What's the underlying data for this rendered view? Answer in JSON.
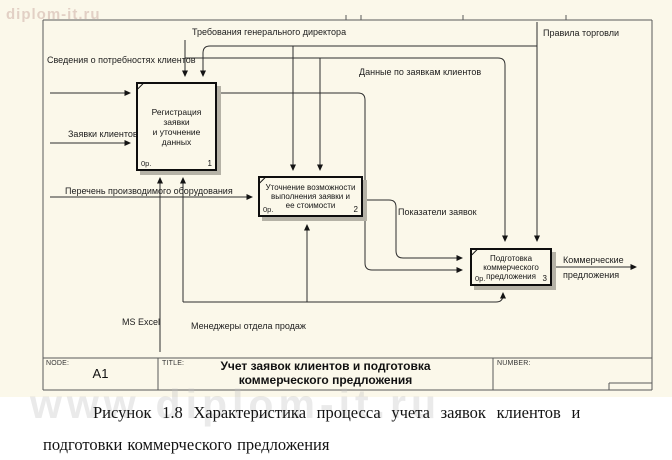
{
  "watermarks": {
    "top": "diplom-it.ru",
    "big": "www.diplom-it.ru"
  },
  "diagram": {
    "labels": {
      "dir_requirements": "Требования генерального директора",
      "trade_rules": "Правила торговли",
      "client_needs": "Сведения о потребностях клиентов",
      "client_requests_data": "Данные по заявкам клиентов",
      "client_requests": "Заявки клиентов",
      "equipment_list": "Перечень производимого оборудования",
      "request_indicators": "Показатели заявок",
      "commercial_offers_line1": "Коммерческие",
      "commercial_offers_line2": "предложения",
      "ms_excel": "MS Excel",
      "sales_managers": "Менеджеры отдела продаж"
    },
    "boxes": [
      {
        "lines": [
          "Регистрация заявки",
          "и уточнение данных",
          ""
        ],
        "cost": "0р.",
        "num": "1"
      },
      {
        "lines": [
          "Уточнение возможности",
          "выполнения заявки и",
          "ее стоимости"
        ],
        "cost": "0р.",
        "num": "2"
      },
      {
        "lines": [
          "Подготовка",
          "коммерческого",
          "предложения"
        ],
        "cost": "0р.",
        "num": "3"
      }
    ],
    "node_bar": {
      "node_label": "NODE:",
      "node_value": "A1",
      "title_label": "TITLE:",
      "title_line1": "Учет заявок клиентов и подготовка",
      "title_line2": "коммерческого  предложения",
      "number_label": "NUMBER:"
    }
  },
  "caption": {
    "line1": "Рисунок 1.8 Характеристика процесса учета заявок клиентов и",
    "line2": "подготовки коммерческого предложения"
  },
  "colors": {
    "background": "#fbf8ea",
    "line": "#2e2e2e",
    "frame": "#5a5a5a",
    "shadow": "#b5b2a6"
  }
}
